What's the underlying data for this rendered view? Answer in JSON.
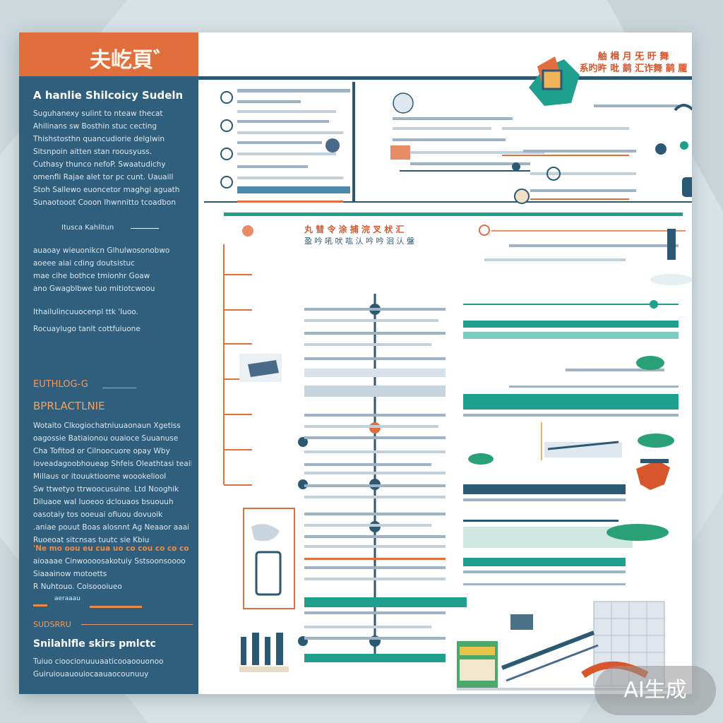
{
  "sidebar": {
    "header_title": "夫屹頁゛",
    "intro_heading": "A hanlie Shilcoicy Sudeln",
    "intro_lines": [
      "Suguhanexy sulint to nteaw thecat",
      "Ahilinans sw Bosthin stuc cecting",
      "Thishstosthn quancudiorie delglwin",
      "Sitsnpoin aitten stan roousyuss.",
      "Cuthasy thunco nefoP. Swaatudichy",
      "omenfli Rajae alet tor pc cunt. Uauaill",
      "Stoh Sallewo euoncetor maghgi aguath",
      "Sunaotooot Cooon Ihwnnitto tcoadbon"
    ],
    "sub_label": "Itusca Kahlitun",
    "mid_lines": [
      "auaoay wieuonikcn Glhulwosonobwo",
      "aoeee aiai cding doutsistuc",
      "mae cihe bothce tmionhr Goaw",
      "ano Gwagblbwe tuo mitiotcwoou"
    ],
    "mid_lines_2": [
      "Ithailulincuuocenpl ttk 'Iuoo.",
      "Rocuaylugo tanlt cottfuiuone"
    ],
    "section_tag": "EUTHLOG-G",
    "section_heading": "BPRLACTLNIE",
    "body_lines": [
      "Wotaito Clkogiochatniuuaonaun Xgetiss",
      "oagossie Batiaionou ouaioce Suuanuse",
      "Cha Tofitod or Cilnoocuore opay Wby",
      "ioveadagoobhoueap Shfeis Oleathtasi teail",
      "Millaus or itouuktioome woookeliool",
      "Sw ttwetyo ttrwoocusuine. Ltd Nooghik",
      "Diluaoe wal Iuoeoo dclouaos bsuouuh",
      "oasotaiy tos ooeuai ofiuou dovuoik",
      ".aniae pouut Boas alosnnt Ag Neaaor aaai",
      "Ruoeoat sitcnsas tuutc sie Kbiu"
    ],
    "orange_line": "'Ne mo oou eu cua uo co cou co co co",
    "tail_lines": [
      "aioaaae Cinwoooosakotuiy Sstsoonsoooo",
      "Siaaainow motoetts",
      "R Nuhtouo. Colsoooiueo"
    ],
    "small_label": "aeraaau",
    "footer_tag": "SUDSRRU",
    "footer_heading": "Snilahlfle skirs pmlctc",
    "footer_lines": [
      "Tuiuo cioocionuuuaaticooaoouonoo",
      "Guiruiouauouiocaauaocounuuy"
    ]
  },
  "header": {
    "title_line_1": "舳 楫 月 旡 旴 舞",
    "title_line_2": "系旳旿 吡 鹋 汇诈舞 鹋 龎"
  },
  "sections": {
    "mid_heading": "丸 彗  令 涂 捕 浣  叉 枤  汇",
    "mid_sub": "盈 吟 吼 吠 吰 汄 吟 吟 洄 汄 盤"
  },
  "badge": {
    "label": "AI生成"
  },
  "colors": {
    "sidebar_bg": "#2f5f7c",
    "accent_orange": "#e16e3d",
    "accent_teal": "#1fa08f",
    "dark_blue": "#2b5872"
  }
}
